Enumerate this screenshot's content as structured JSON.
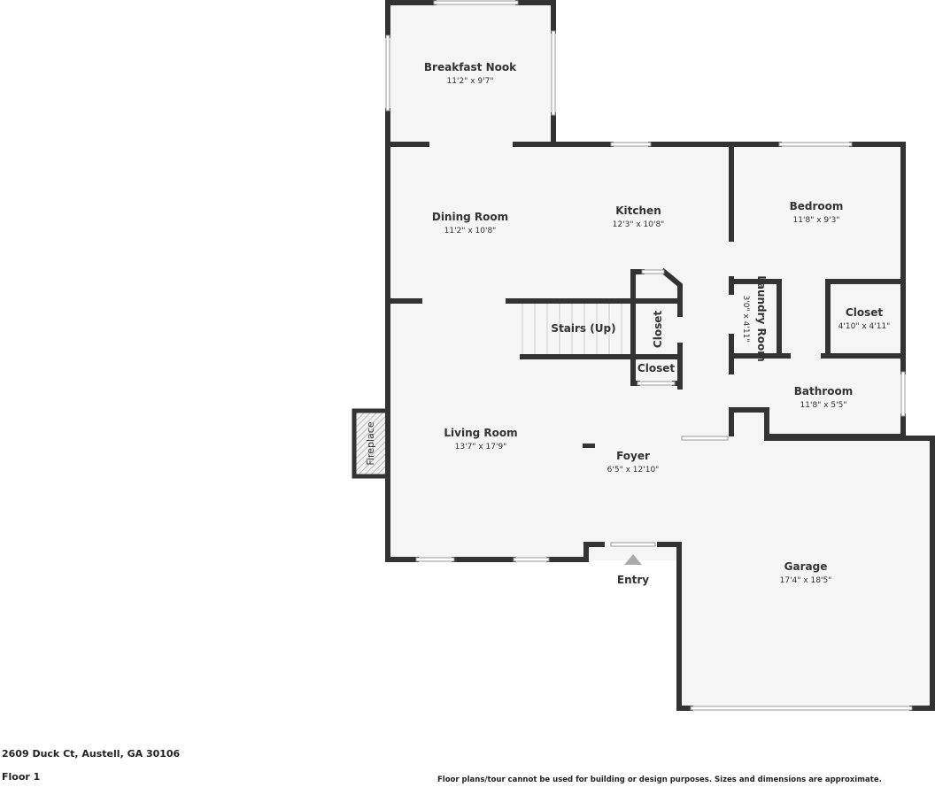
{
  "rooms": [
    {
      "name": "Breakfast Nook",
      "dims": "11'2\" x 9'7\""
    },
    {
      "name": "Dining Room",
      "dims": "11'2\" x 10'8\""
    },
    {
      "name": "Kitchen",
      "dims": "12'3\" x 10'8\""
    },
    {
      "name": "Bedroom",
      "dims": "11'8\" x 9'3\""
    },
    {
      "name": "Laundry Room",
      "dims": "3'0\" x 4'11\""
    },
    {
      "name": "Closet",
      "dims": "4'10\" x 4'11\""
    },
    {
      "name": "Stairs (Up)"
    },
    {
      "name": "Closet"
    },
    {
      "name": "Closet"
    },
    {
      "name": "Bathroom",
      "dims": "11'8\" x 5'5\""
    },
    {
      "name": "Living Room",
      "dims": "13'7\" x 17'9\""
    },
    {
      "name": "Foyer",
      "dims": "6'5\" x 12'10\""
    },
    {
      "name": "Garage",
      "dims": "17'4\" x 18'5\""
    },
    {
      "name": "Fireplace"
    }
  ],
  "entry_label": "Entry",
  "address": "2609 Duck Ct, Austell, GA 30106",
  "floor": "Floor 1",
  "disclaimer": "Floor plans/tour cannot be used for building or design purposes. Sizes and dimensions are approximate.",
  "colors": {
    "wall": "#333333",
    "floor": "#f5f5f5",
    "entry_marker": "#aaaaaa"
  }
}
